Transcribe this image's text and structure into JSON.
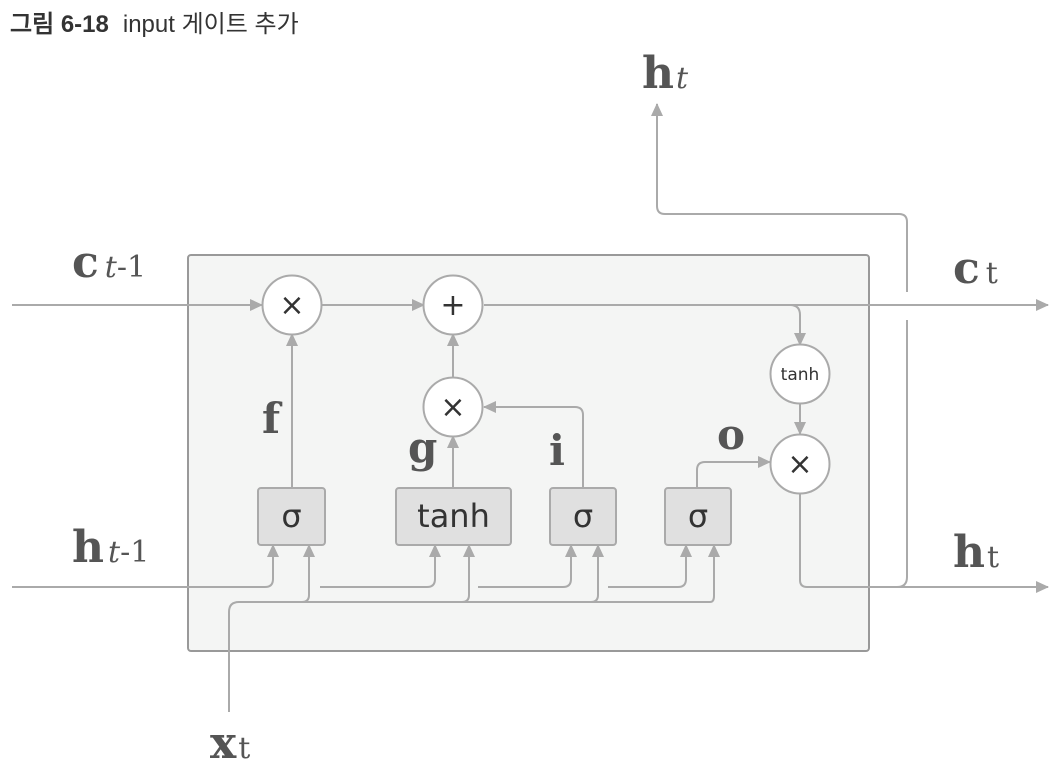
{
  "caption": {
    "number": "그림 6-18",
    "title": "input 게이트 추가"
  },
  "labels": {
    "c_prev": {
      "main": "c",
      "sub_var": "t",
      "sub_rest": "-1"
    },
    "h_prev": {
      "main": "h",
      "sub_var": "t",
      "sub_rest": "-1"
    },
    "c_next": {
      "main": "c",
      "sub": "t"
    },
    "h_next": {
      "main": "h",
      "sub": "t"
    },
    "h_top": {
      "main": "h",
      "sub": "t"
    },
    "x_in": {
      "main": "x",
      "sub": "t"
    }
  },
  "gate_labels": {
    "f": "f",
    "g": "g",
    "i": "i",
    "o": "o"
  },
  "nodes": {
    "mul_forget": "×",
    "add_cell": "+",
    "mul_input": "×",
    "mul_output": "×",
    "tanh_cell": "tanh"
  },
  "blocks": {
    "sigma_f": "σ",
    "tanh_g": "tanh",
    "sigma_i": "σ",
    "sigma_o": "σ"
  },
  "colors": {
    "wire": "#aaaaaa",
    "box_fill": "#f4f5f4",
    "box_stroke": "#999999",
    "block_fill": "#e0e0e0",
    "label": "#555555"
  }
}
